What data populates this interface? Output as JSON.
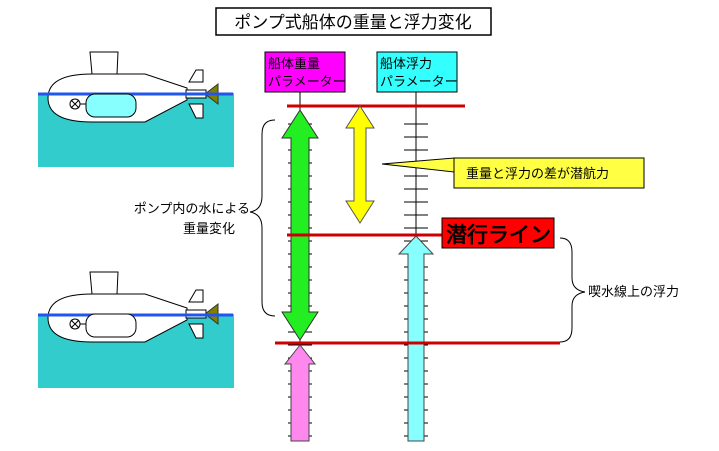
{
  "title": "ポンプ式船体の重量と浮力変化",
  "weight_param": {
    "line1": "船体重量",
    "line2": "パラメーター"
  },
  "buoyancy_param": {
    "line1": "船体浮力",
    "line2": "パラメーター"
  },
  "callout": "重量と浮力の差が潜航力",
  "pump_label": {
    "line1": "ポンプ内の水による",
    "line2": "重量変化"
  },
  "dive_line_label": "潜行ライン",
  "waterline_label": "喫水線上の浮力",
  "colors": {
    "green": "#22ee22",
    "yellow": "#ffff00",
    "magenta": "#ff00ff",
    "pink": "#ff88ee",
    "cyan": "#88ffff",
    "cyan_label": "#33ffff",
    "red": "#cc0000",
    "water": "#33cccc",
    "waterline": "#2255ee",
    "callout_bg": "#ffff44"
  }
}
